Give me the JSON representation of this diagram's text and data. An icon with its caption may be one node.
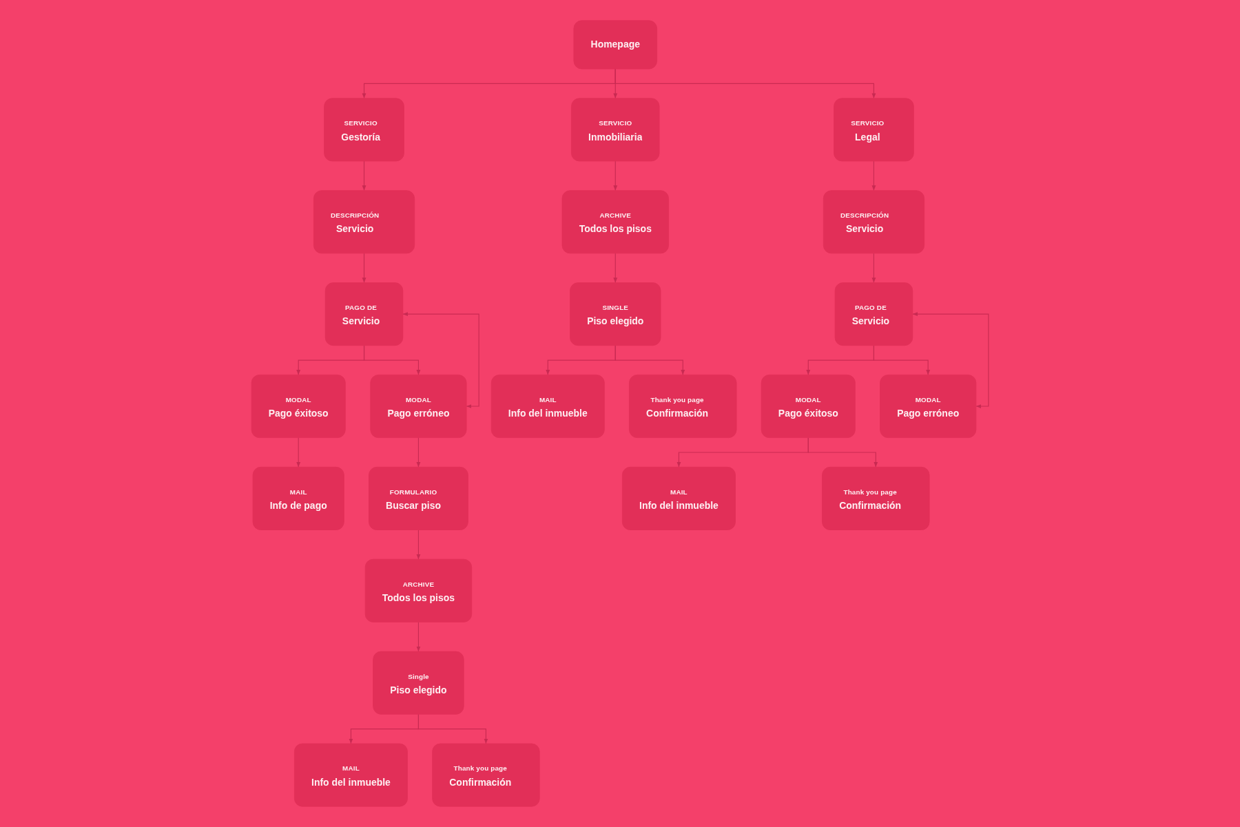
{
  "diagram": {
    "nodes": [
      {
        "text": [
          "Homepage"
        ]
      },
      {
        "text": [
          "SERVICIO",
          "Gestoría"
        ]
      },
      {
        "text": [
          "SERVICIO",
          "Inmobiliaria"
        ]
      },
      {
        "text": [
          "SERVICIO",
          "Legal"
        ]
      },
      {
        "text": [
          "DESCRIPCIÓN",
          "Servicio"
        ]
      },
      {
        "text": [
          "ARCHIVE",
          "Todos los pisos"
        ]
      },
      {
        "text": [
          "DESCRIPCIÓN",
          "Servicio"
        ]
      },
      {
        "text": [
          "PAGO DE",
          "Servicio"
        ]
      },
      {
        "text": [
          "SINGLE",
          "Piso elegido"
        ]
      },
      {
        "text": [
          "PAGO DE",
          "Servicio"
        ]
      },
      {
        "text": [
          "MODAL",
          "Pago éxitoso"
        ]
      },
      {
        "text": [
          "MODAL",
          "Pago erróneo"
        ]
      },
      {
        "text": [
          "MAIL",
          "Info del inmueble"
        ]
      },
      {
        "text": [
          "Thank you page",
          "Confirmación"
        ]
      },
      {
        "text": [
          "MODAL",
          "Pago éxitoso"
        ]
      },
      {
        "text": [
          "MODAL",
          "Pago erróneo"
        ]
      },
      {
        "text": [
          "MAIL",
          "Info de pago"
        ]
      },
      {
        "text": [
          "FORMULARIO",
          "Buscar piso"
        ]
      },
      {
        "text": [
          "MAIL",
          "Info del inmueble"
        ]
      },
      {
        "text": [
          "Thank you page",
          "Confirmación"
        ]
      },
      {
        "text": [
          "ARCHIVE",
          "Todos los pisos"
        ]
      },
      {
        "text": [
          "Single",
          "Piso elegido"
        ]
      },
      {
        "text": [
          "MAIL",
          "Info del inmueble"
        ]
      },
      {
        "text": [
          "Thank you page",
          "Confirmación"
        ]
      }
    ],
    "edges": [
      {
        "from": 0,
        "to": 1,
        "arrow": "to"
      },
      {
        "from": 0,
        "to": 2,
        "arrow": "to"
      },
      {
        "from": 0,
        "to": 3,
        "arrow": "to"
      },
      {
        "from": 1,
        "to": 4,
        "arrow": "to"
      },
      {
        "from": 4,
        "to": 7,
        "arrow": "to"
      },
      {
        "from": 7,
        "to": 10,
        "arrow": "to"
      },
      {
        "from": 7,
        "to": 11,
        "arrow": "to"
      },
      {
        "from": 7,
        "to": 11,
        "arrow": "both"
      },
      {
        "from": 10,
        "to": 16,
        "arrow": "to"
      },
      {
        "from": 11,
        "to": 17,
        "arrow": "to"
      },
      {
        "from": 17,
        "to": 20,
        "arrow": "to"
      },
      {
        "from": 20,
        "to": 21,
        "arrow": "to"
      },
      {
        "from": 21,
        "to": 22,
        "arrow": "to"
      },
      {
        "from": 21,
        "to": 23,
        "arrow": "to"
      },
      {
        "from": 2,
        "to": 5,
        "arrow": "to"
      },
      {
        "from": 5,
        "to": 8,
        "arrow": "to"
      },
      {
        "from": 8,
        "to": 12,
        "arrow": "to"
      },
      {
        "from": 8,
        "to": 13,
        "arrow": "to"
      },
      {
        "from": 3,
        "to": 6,
        "arrow": "to"
      },
      {
        "from": 6,
        "to": 9,
        "arrow": "to"
      },
      {
        "from": 9,
        "to": 14,
        "arrow": "to"
      },
      {
        "from": 9,
        "to": 15,
        "arrow": "to"
      },
      {
        "from": 9,
        "to": 15,
        "arrow": "both"
      },
      {
        "from": 14,
        "to": 18,
        "arrow": "to"
      },
      {
        "from": 14,
        "to": 19,
        "arrow": "to"
      }
    ]
  }
}
